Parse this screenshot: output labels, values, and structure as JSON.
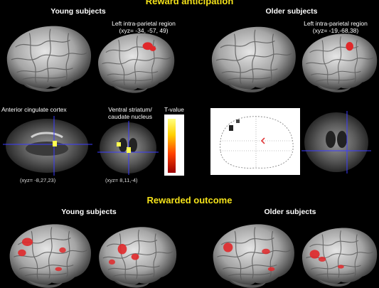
{
  "sections": {
    "anticipation_title": "Reward anticipation",
    "outcome_title": "Rewarded outcome"
  },
  "groups": {
    "young_top": "Young subjects",
    "older_top": "Older subjects",
    "young_bottom": "Young subjects",
    "older_bottom": "Older subjects"
  },
  "labels": {
    "lip_young_1": "Left intra-parietal region",
    "lip_young_2": "(xyz= -34, -57, 49)",
    "lip_old_1": "Left intra-parietal region",
    "lip_old_2": "(xyz= -19,-68,38)",
    "acc": "Anterior cingulate cortex",
    "acc_coord": "(xyz= -8,27,23)",
    "vs_1": "Ventral striatum/",
    "vs_2": "caudate nucleus",
    "vs_coord": "(xyz= 8,11,-4)",
    "tvalue": "T-value"
  },
  "colors": {
    "title": "#f4e21a",
    "activation": "#e0282a",
    "crosshair": "#3c3cff"
  }
}
